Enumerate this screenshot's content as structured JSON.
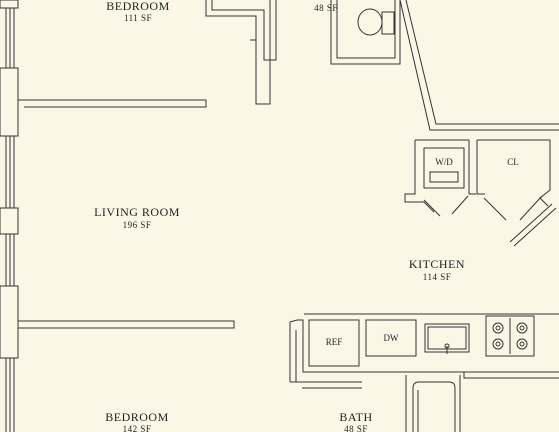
{
  "rooms": {
    "bedroom_top": {
      "name": "BEDROOM",
      "area": "111 SF"
    },
    "bath_top": {
      "area": "48 SF"
    },
    "living": {
      "name": "LIVING ROOM",
      "area": "196 SF"
    },
    "kitchen": {
      "name": "KITCHEN",
      "area": "114 SF"
    },
    "bedroom_bottom": {
      "name": "BEDROOM",
      "area": "142 SF"
    },
    "bath_bottom": {
      "name": "BATH",
      "area": "48 SF"
    }
  },
  "fixtures": {
    "washer_dryer": "W/D",
    "closet": "CL",
    "refrigerator": "REF",
    "dishwasher": "DW"
  },
  "colors": {
    "background": "#fbf7e7",
    "lines": "#333333"
  }
}
